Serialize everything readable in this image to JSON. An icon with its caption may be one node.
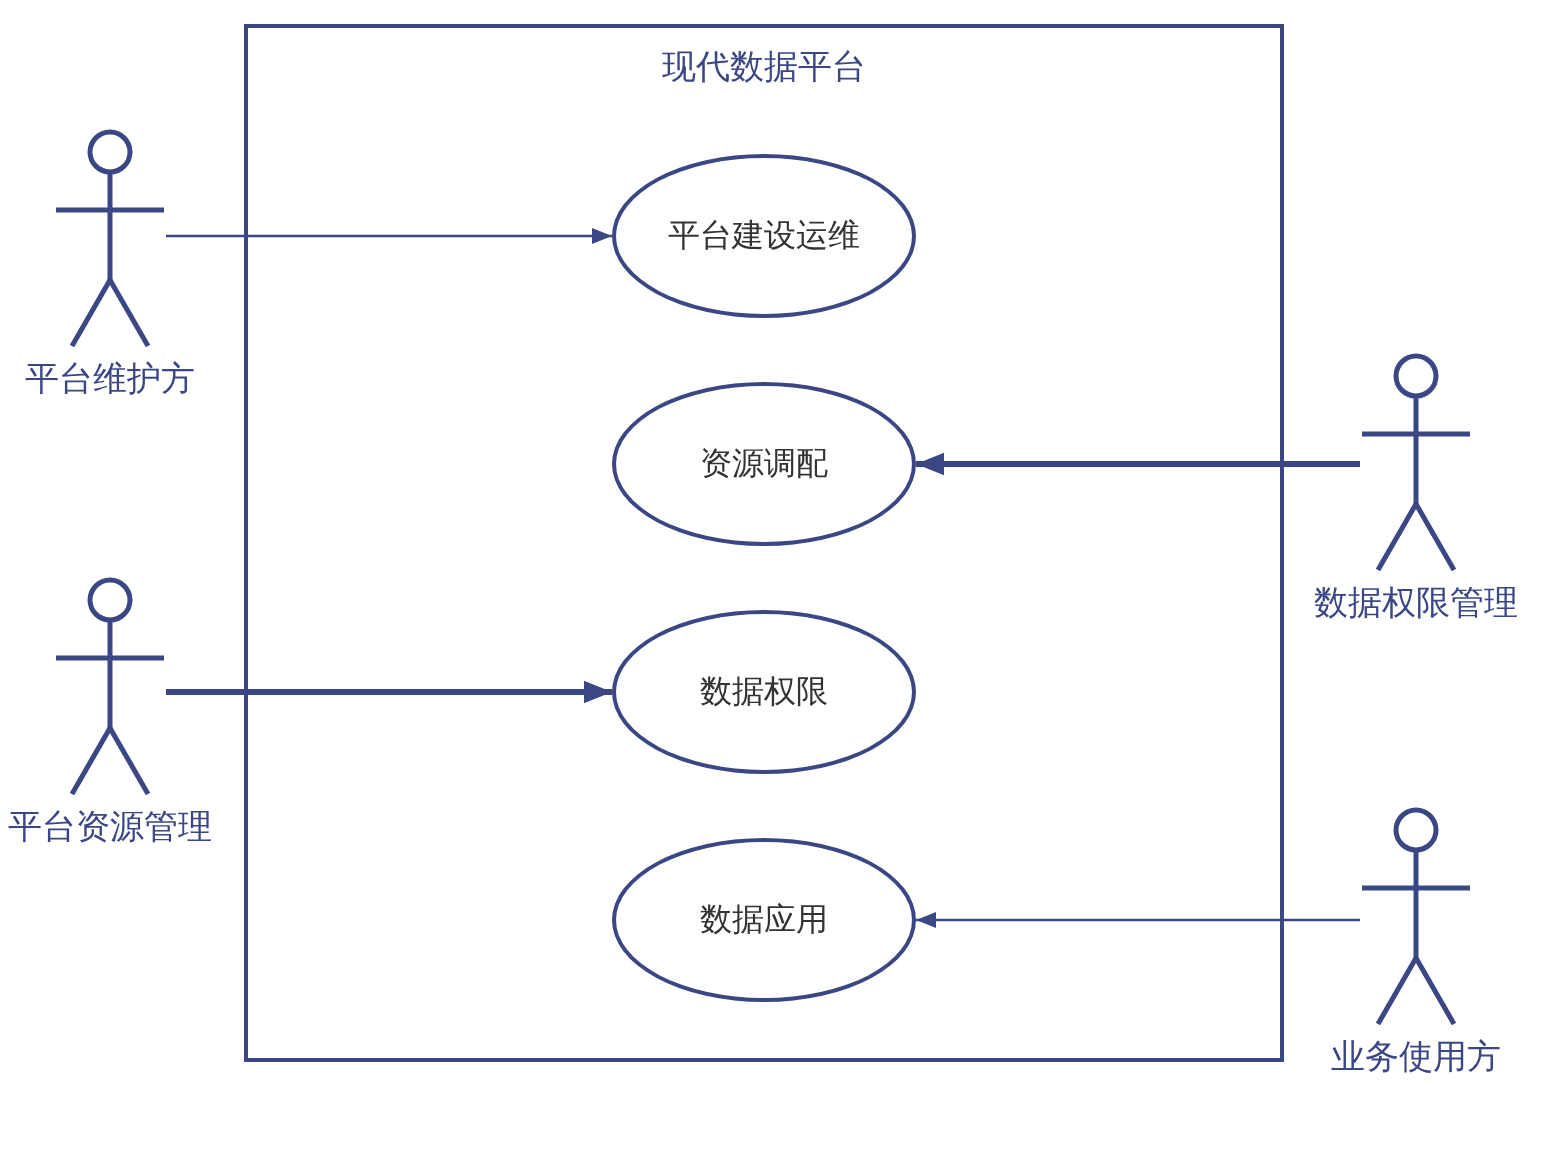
{
  "diagram": {
    "nodes": [
      {
        "text": [
          "现代数据平台"
        ]
      },
      {
        "text": [
          "平台建设运维"
        ],
        "in": 0
      },
      {
        "text": [
          "资源调配"
        ],
        "in": 0
      },
      {
        "text": [
          "数据权限"
        ],
        "in": 0
      },
      {
        "text": [
          "数据应用"
        ],
        "in": 0
      },
      {
        "text": [
          "平台维护方"
        ]
      },
      {
        "text": [
          "平台资源管理"
        ]
      },
      {
        "text": [
          "数据权限管理"
        ]
      },
      {
        "text": [
          "业务使用方"
        ]
      }
    ],
    "edges": [
      {
        "from": 5,
        "to": 1,
        "arrow": "to"
      },
      {
        "from": 6,
        "to": 3,
        "arrow": "to",
        "style": "thick"
      },
      {
        "from": 7,
        "to": 2,
        "arrow": "to",
        "style": "thick"
      },
      {
        "from": 8,
        "to": 4,
        "arrow": "to"
      }
    ]
  }
}
